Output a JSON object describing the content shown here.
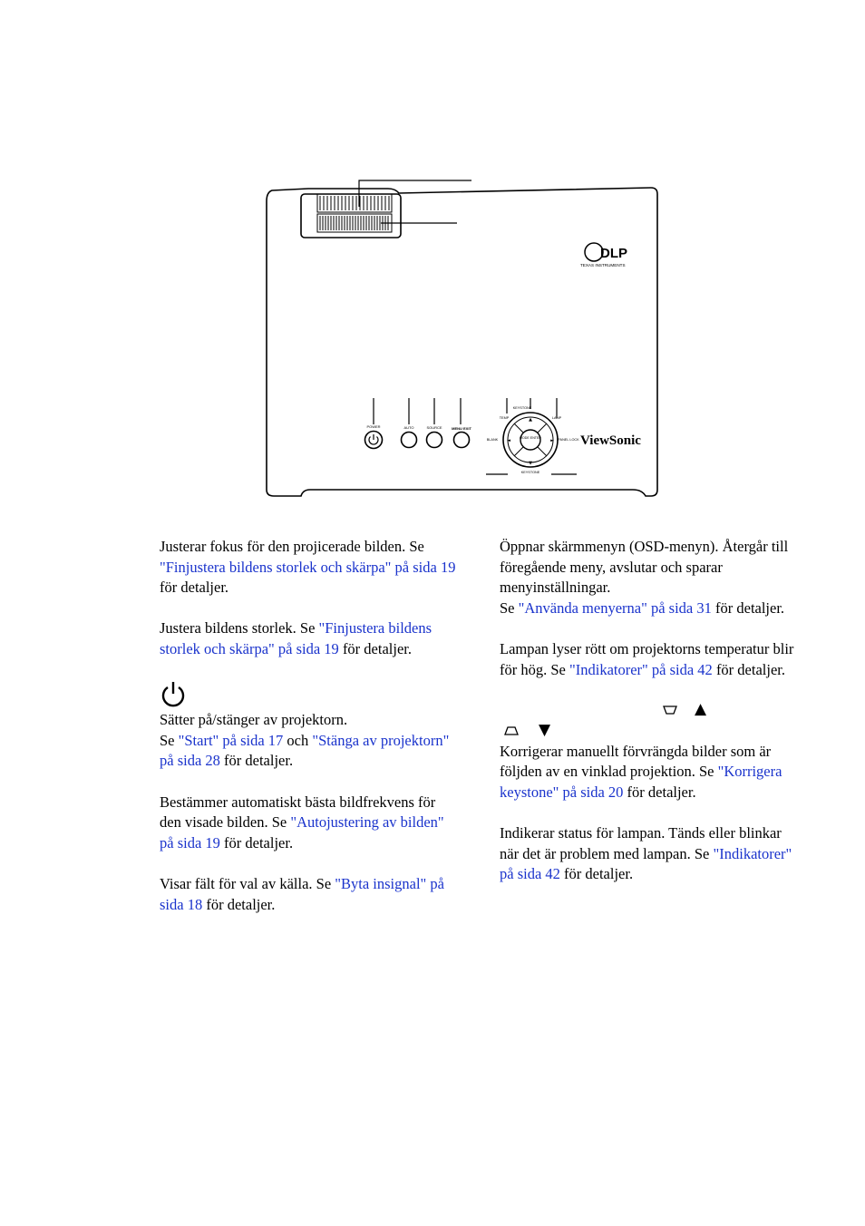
{
  "diagram": {
    "brand": "ViewSonic",
    "dlp_logo": "DLP",
    "dlp_sub": "TEXAS INSTRUMENTS",
    "buttons": {
      "power": "POWER",
      "auto": "AUTO",
      "source": "SOURCE",
      "menu_exit": "MENU EXIT",
      "mode_enter": "MODE ENTER"
    },
    "dpad": {
      "top": "▲",
      "bottom": "▼",
      "left": "◄",
      "right": "►",
      "left_label": "BLANK",
      "right_label": "PANEL LOCK",
      "bottom_label": "KEYSTONE",
      "temp": "TEMP",
      "lamp": "LAMP",
      "keystone_top": "KEYSTONE"
    }
  },
  "left_column": [
    {
      "segments": [
        {
          "t": "Justerar fokus för den projicerade bilden. Se "
        },
        {
          "t": "\"Finjustera bildens storlek och skärpa\" på sida 19",
          "link": true
        },
        {
          "t": " för detaljer."
        }
      ]
    },
    {
      "segments": [
        {
          "t": "Justera bildens storlek. Se "
        },
        {
          "t": "\"Finjustera bildens storlek och skärpa\" på sida 19",
          "link": true
        },
        {
          "t": " för detaljer."
        }
      ]
    },
    {
      "power_icon": "power-icon",
      "segments": [
        {
          "t": "Sätter på/stänger av projektorn."
        },
        {
          "br": true
        },
        {
          "t": "Se "
        },
        {
          "t": "\"Start\" på sida 17",
          "link": true
        },
        {
          "t": "  och "
        },
        {
          "t": "\"Stänga av projektorn\" på sida 28",
          "link": true
        },
        {
          "t": " för detaljer."
        }
      ]
    },
    {
      "segments": [
        {
          "t": "Bestämmer automatiskt bästa bildfrekvens för den visade bilden. Se "
        },
        {
          "t": "\"Autojustering av bilden\" på sida 19",
          "link": true
        },
        {
          "t": " för detaljer."
        }
      ]
    },
    {
      "segments": [
        {
          "t": "Visar fält för val av källa. Se "
        },
        {
          "t": "\"Byta insignal\" på sida 18",
          "link": true
        },
        {
          "t": " för detaljer."
        }
      ]
    }
  ],
  "right_column": [
    {
      "segments": [
        {
          "t": "Öppnar skärmmenyn (OSD-menyn). Återgår till föregående meny, avslutar och sparar menyinställningar."
        },
        {
          "br": true
        },
        {
          "t": "Se "
        },
        {
          "t": "\"Använda menyerna\" på sida 31",
          "link": true
        },
        {
          "t": " för detaljer."
        }
      ]
    },
    {
      "segments": [
        {
          "t": "Lampan lyser rött om projektorns temperatur blir för hög. Se "
        },
        {
          "t": "\"Indikatorer\" på sida 42",
          "link": true
        },
        {
          "t": " för detaljer."
        }
      ]
    },
    {
      "keystone_header": {
        "up": "▲",
        "down": "▼"
      },
      "segments": [
        {
          "t": "Korrigerar manuellt förvrängda bilder som är följden av en vinklad projektion. Se "
        },
        {
          "t": "\"Korrigera keystone\" på sida 20",
          "link": true
        },
        {
          "t": " för detaljer."
        }
      ]
    },
    {
      "segments": [
        {
          "t": "Indikerar status för lampan. Tänds eller blinkar när det är problem med lampan. Se "
        },
        {
          "t": "\"Indikatorer\" på sida 42",
          "link": true
        },
        {
          "t": " för detaljer."
        }
      ]
    }
  ]
}
